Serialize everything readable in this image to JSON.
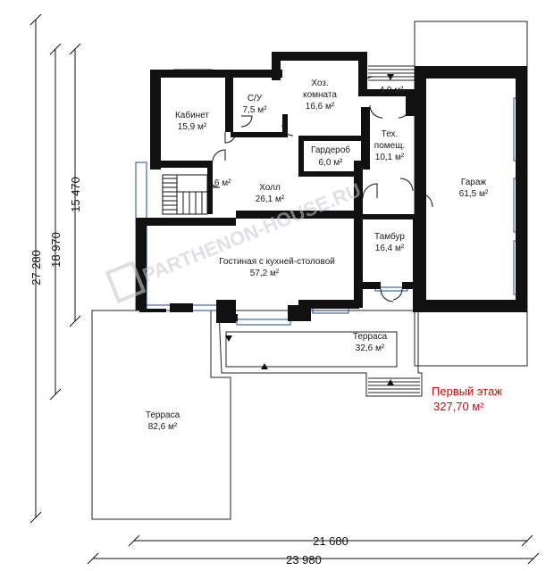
{
  "rooms": [
    {
      "name": "Кабинет",
      "area": "15,9 м²"
    },
    {
      "name": "С/У",
      "area": "7,5 м²"
    },
    {
      "name": "Хоз.",
      "name2": "комната",
      "area": "16,6 м²"
    },
    {
      "name": "",
      "area": "4,0 м²"
    },
    {
      "name": "Тех.",
      "name2": "помещ.",
      "area": "10,1 м²"
    },
    {
      "name": "Гардероб",
      "area": "6,0 м²"
    },
    {
      "name": "",
      "area": "7,6 м²"
    },
    {
      "name": "Холл",
      "area": "26,1 м²"
    },
    {
      "name": "Гараж",
      "area": "61,5 м²"
    },
    {
      "name": "Тамбур",
      "area": "16,4 м²"
    },
    {
      "name": "Гостиная с кухней-столовой",
      "area": "57,2 м²"
    },
    {
      "name": "Терраса",
      "area": "32,6 м²"
    },
    {
      "name": "Терраса",
      "area": "82,6 м²"
    }
  ],
  "dimensions": {
    "height_total": "27 280",
    "height_mid": "18 970",
    "height_inner": "15 470",
    "width_inner": "21 680",
    "width_total": "23 980"
  },
  "floor": {
    "title": "Первый этаж",
    "area": "327,70 м²"
  },
  "watermark": "PARTHENON-HOUSE.RU",
  "colors": {
    "wall": "#111111",
    "window": "#3b63c9",
    "floor_label": "#e00000"
  }
}
